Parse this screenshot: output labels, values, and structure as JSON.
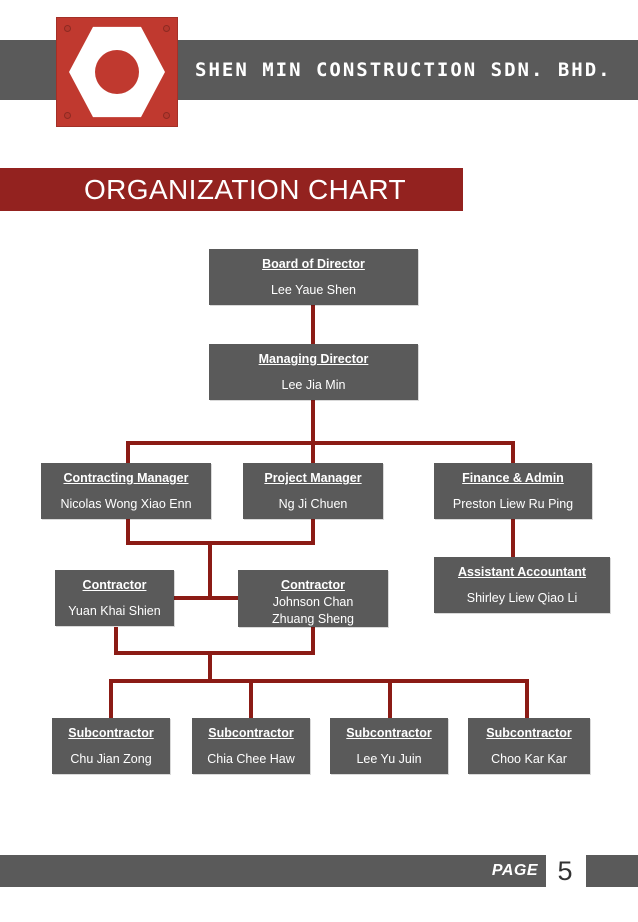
{
  "header": {
    "company_name": "SHEN MIN CONSTRUCTION SDN. BHD.",
    "logo_name": "shen-min-hexagon-logo",
    "band_color": "#5a5a5a",
    "logo_color": "#c0392f"
  },
  "title_banner": {
    "text": "ORGANIZATION CHART",
    "color": "#93221f"
  },
  "chart_data": {
    "type": "org-chart",
    "title": "ORGANIZATION CHART",
    "node_fill": "#5a5a5a",
    "connector_color": "#8b1b15",
    "nodes": [
      {
        "id": "board",
        "role": "Board of Director",
        "person": "Lee Yaue Shen",
        "level": 1
      },
      {
        "id": "md",
        "role": "Managing Director",
        "person": "Lee Jia Min",
        "level": 2
      },
      {
        "id": "contracting",
        "role": "Contracting Manager",
        "person": "Nicolas Wong Xiao Enn",
        "level": 3
      },
      {
        "id": "project",
        "role": "Project Manager",
        "person": "Ng Ji Chuen",
        "level": 3
      },
      {
        "id": "finance",
        "role": "Finance & Admin",
        "person": "Preston Liew Ru Ping",
        "level": 3
      },
      {
        "id": "contractor1",
        "role": "Contractor",
        "person": "Yuan Khai Shien",
        "level": 4
      },
      {
        "id": "contractor2",
        "role": "Contractor",
        "person": "Johnson  Chan",
        "person2": "Zhuang Sheng",
        "level": 4
      },
      {
        "id": "assistant",
        "role": "Assistant Accountant",
        "person": "Shirley Liew Qiao Li",
        "level": 4
      },
      {
        "id": "sub1",
        "role": "Subcontractor",
        "person": "Chu Jian Zong",
        "level": 5
      },
      {
        "id": "sub2",
        "role": "Subcontractor",
        "person": "Chia Chee Haw",
        "level": 5
      },
      {
        "id": "sub3",
        "role": "Subcontractor",
        "person": "Lee Yu Juin",
        "level": 5
      },
      {
        "id": "sub4",
        "role": "Subcontractor",
        "person": "Choo Kar Kar",
        "level": 5
      }
    ],
    "edges": [
      [
        "board",
        "md"
      ],
      [
        "md",
        "contracting"
      ],
      [
        "md",
        "project"
      ],
      [
        "md",
        "finance"
      ],
      [
        "contracting",
        "contractor1"
      ],
      [
        "contracting",
        "contractor2"
      ],
      [
        "project",
        "contractor1"
      ],
      [
        "project",
        "contractor2"
      ],
      [
        "finance",
        "assistant"
      ],
      [
        "contractor1",
        "sub1"
      ],
      [
        "contractor1",
        "sub2"
      ],
      [
        "contractor1",
        "sub3"
      ],
      [
        "contractor1",
        "sub4"
      ],
      [
        "contractor2",
        "sub1"
      ],
      [
        "contractor2",
        "sub2"
      ],
      [
        "contractor2",
        "sub3"
      ],
      [
        "contractor2",
        "sub4"
      ]
    ]
  },
  "footer": {
    "page_label": "PAGE",
    "page_number": "5"
  }
}
